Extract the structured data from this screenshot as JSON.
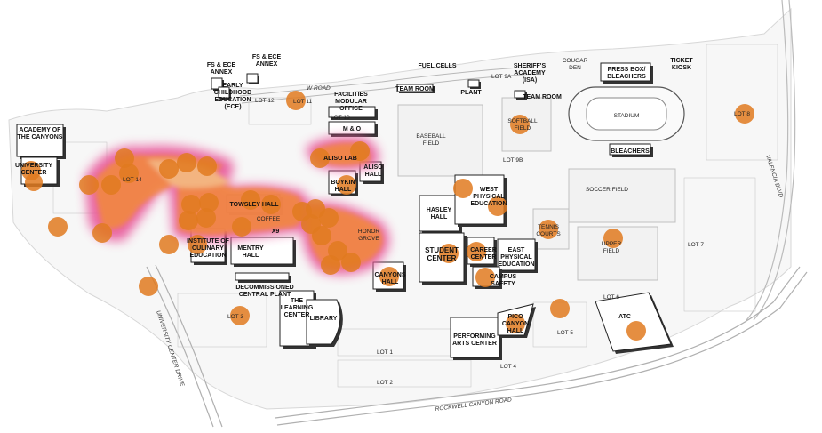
{
  "colors": {
    "hotspot": "#e07a20",
    "heat_high": "#d9408a",
    "heat_mid": "#f08a3c",
    "heat_low": "#f5c27a",
    "building_shadow": "#333333"
  },
  "labels": {
    "academy": [
      "ACADEMY OF",
      "THE CANYONS"
    ],
    "university_center": [
      "UNIVERSITY",
      "CENTER"
    ],
    "fs_ece_annex_1": [
      "FS & ECE",
      "ANNEX"
    ],
    "fs_ece_annex_2": [
      "FS & ECE",
      "ANNEX"
    ],
    "early_childhood": [
      "EARLY",
      "CHILDHOOD",
      "EDUCATION",
      "(ECE)"
    ],
    "facilities": [
      "FACILITIES",
      "MODULAR",
      "OFFICE"
    ],
    "m_and_o": "M & O",
    "fuel_cells": "FUEL CELLS",
    "team_room_1": "TEAM ROOM",
    "plant": "PLANT",
    "sheriffs": [
      "SHERIFF'S",
      "ACADEMY",
      "(ISA)"
    ],
    "team_room_2": "TEAM ROOM",
    "cougar_den": [
      "COUGAR",
      "DEN"
    ],
    "press_box": [
      "PRESS BOX/",
      "BLEACHERS"
    ],
    "ticket_kiosk": [
      "TICKET",
      "KIOSK"
    ],
    "stadium": "STADIUM",
    "bleachers": "BLEACHERS",
    "baseball_field": [
      "BASEBALL",
      "FIELD"
    ],
    "softball_field": [
      "SOFTBALL",
      "FIELD"
    ],
    "soccer_field": "SOCCER FIELD",
    "aliso_lab": "ALISO LAB",
    "aliso_hall": [
      "ALISO",
      "HALL"
    ],
    "boykin_hall": [
      "BOYKIN",
      "HALL"
    ],
    "towsley_hall": "TOWSLEY HALL",
    "coffee": "COFFEE",
    "x9": "X9",
    "institute": [
      "INSTITUTE OF",
      "CULINARY",
      "EDUCATION"
    ],
    "mentry_hall": [
      "MENTRY",
      "HALL"
    ],
    "decommissioned": [
      "DECOMMISSIONED",
      "CENTRAL PLANT"
    ],
    "learning_center": [
      "THE",
      "LEARNING",
      "CENTER"
    ],
    "library": "LIBRARY",
    "honor_grove": [
      "HONOR",
      "GROVE"
    ],
    "canyons_hall": [
      "CANYONS",
      "HALL"
    ],
    "hasley_hall": [
      "HASLEY",
      "HALL"
    ],
    "west_pe": [
      "WEST",
      "PHYSICAL",
      "EDUCATION"
    ],
    "student_center": [
      "STUDENT",
      "CENTER"
    ],
    "career_center": [
      "CAREER",
      "CENTER"
    ],
    "east_pe": [
      "EAST",
      "PHYSICAL",
      "EDUCATION"
    ],
    "campus_safety": [
      "CAMPUS",
      "SAFETY"
    ],
    "tennis_courts": [
      "TENNIS",
      "COURTS"
    ],
    "upper_field": [
      "UPPER",
      "FIELD"
    ],
    "performing_arts": [
      "PERFORMING",
      "ARTS CENTER"
    ],
    "pico_canyon": [
      "PICO",
      "CANYON",
      "HALL"
    ],
    "atc": "ATC"
  },
  "lots": {
    "lot12": "LOT 12",
    "lot11": "LOT 11",
    "lot10": "LOT 10",
    "lot9a": "LOT 9A",
    "lot9b": "LOT 9B",
    "lot8": "LOT 8",
    "lot14": "LOT 14",
    "lot7": "LOT 7",
    "lot6": "LOT 6",
    "lot5": "LOT 5",
    "lot4": "LOT 4",
    "lot3": "LOT 3",
    "lot2": "LOT 2",
    "lot1": "LOT 1"
  },
  "roads": {
    "w_road": "W ROAD",
    "valencia": "VALENCIA BLVD",
    "univ_center_drive": "UNIVERSITY CENTER DRIVE",
    "rockwell": "ROCKWELL CANYON ROAD"
  }
}
